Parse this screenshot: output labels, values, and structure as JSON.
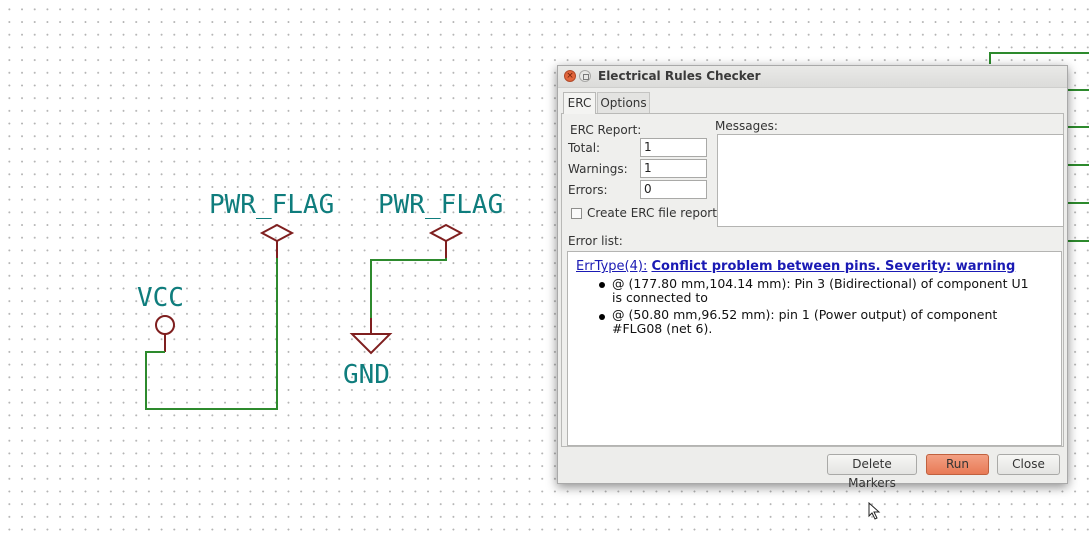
{
  "schematic": {
    "labels": {
      "pwr_flag_1": "PWR_FLAG",
      "pwr_flag_2": "PWR_FLAG",
      "vcc": "VCC",
      "gnd": "GND"
    },
    "colors": {
      "wire": "#2d8a2d",
      "symbol": "#7f1f1f",
      "label": "#0f7d7d"
    }
  },
  "dialog": {
    "title": "Electrical Rules Checker",
    "close_glyph": "×",
    "tabs": {
      "erc": "ERC",
      "options": "Options"
    },
    "report": {
      "heading": "ERC Report:",
      "total_label": "Total:",
      "total_value": "1",
      "warnings_label": "Warnings:",
      "warnings_value": "1",
      "errors_label": "Errors:",
      "errors_value": "0",
      "create_report_label": "Create ERC file report",
      "create_report_checked": false
    },
    "messages_label": "Messages:",
    "error_list_label": "Error list:",
    "error": {
      "type": "ErrType(4):",
      "title": "Conflict problem between pins. Severity: warning",
      "items": [
        "@ (177.80 mm,104.14 mm): Pin 3 (Bidirectional) of component U1 is connected to",
        "@ (50.80 mm,96.52 mm): pin 1 (Power output) of component #FLG08 (net 6)."
      ]
    },
    "buttons": {
      "delete_markers": "Delete Markers",
      "run": "Run",
      "close": "Close"
    },
    "colors": {
      "run_button": "#e87a56",
      "link": "#1a1ab4"
    }
  }
}
